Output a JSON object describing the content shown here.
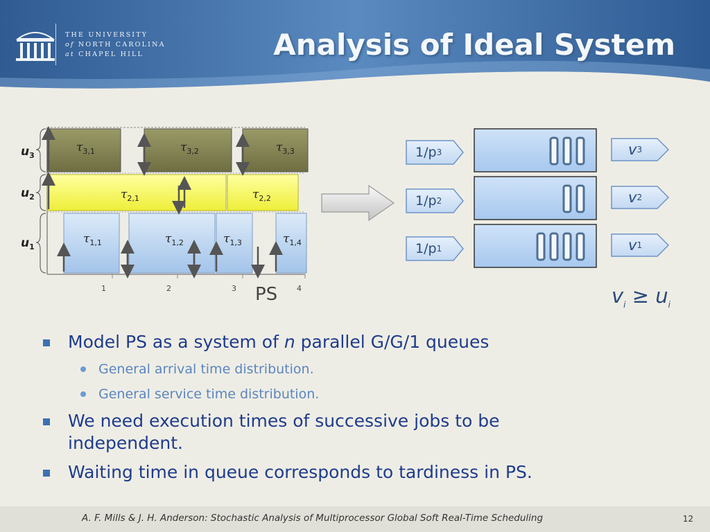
{
  "header": {
    "title": "Analysis of Ideal System",
    "university": {
      "line1": "THE UNIVERSITY",
      "line2_prefix": "of",
      "line2": "NORTH CAROLINA",
      "line3_prefix": "at",
      "line3": "CHAPEL HILL"
    }
  },
  "schedule": {
    "label": "PS",
    "ticks": [
      "1",
      "2",
      "3",
      "4"
    ],
    "rows": [
      {
        "label": "u",
        "sub": "3",
        "tasks": [
          {
            "name": "τ",
            "sub": "3,1"
          },
          {
            "name": "τ",
            "sub": "3,2"
          },
          {
            "name": "τ",
            "sub": "3,3"
          }
        ]
      },
      {
        "label": "u",
        "sub": "2",
        "tasks": [
          {
            "name": "τ",
            "sub": "2,1"
          },
          {
            "name": "τ",
            "sub": "2,2"
          }
        ]
      },
      {
        "label": "u",
        "sub": "1",
        "tasks": [
          {
            "name": "τ",
            "sub": "1,1"
          },
          {
            "name": "τ",
            "sub": "1,2"
          },
          {
            "name": "τ",
            "sub": "1,3"
          },
          {
            "name": "τ",
            "sub": "1,4"
          }
        ]
      }
    ]
  },
  "queues": [
    {
      "input": "1/p",
      "input_sub": "3",
      "output": "v",
      "output_sub": "3",
      "jobs": 3
    },
    {
      "input": "1/p",
      "input_sub": "2",
      "output": "v",
      "output_sub": "2",
      "jobs": 2
    },
    {
      "input": "1/p",
      "input_sub": "1",
      "output": "v",
      "output_sub": "1",
      "jobs": 4
    }
  ],
  "relation": {
    "lhs": "v",
    "lhs_sub": "i",
    "op": " ≥ ",
    "rhs": "u",
    "rhs_sub": "i"
  },
  "bullets": [
    {
      "pre": "Model PS as a system of ",
      "em": "n",
      "post": " parallel G/G/1 queues",
      "children": [
        "General arrival time distribution.",
        "General service time distribution."
      ]
    },
    {
      "text": "We need execution times of successive jobs to be independent."
    },
    {
      "text": "Waiting time in queue corresponds to tardiness in PS."
    }
  ],
  "footer": {
    "text": "A. F. Mills & J. H. Anderson: Stochastic Analysis of Multiprocessor Global Soft Real-Time Scheduling",
    "page": "12"
  },
  "colors": {
    "header_blue": "#4a78ad",
    "u3_fill": "#7c7c4e",
    "u2_fill": "#f5f55a",
    "u1_fill": "#b8d3f1",
    "accent_text": "#1f3c8c"
  }
}
